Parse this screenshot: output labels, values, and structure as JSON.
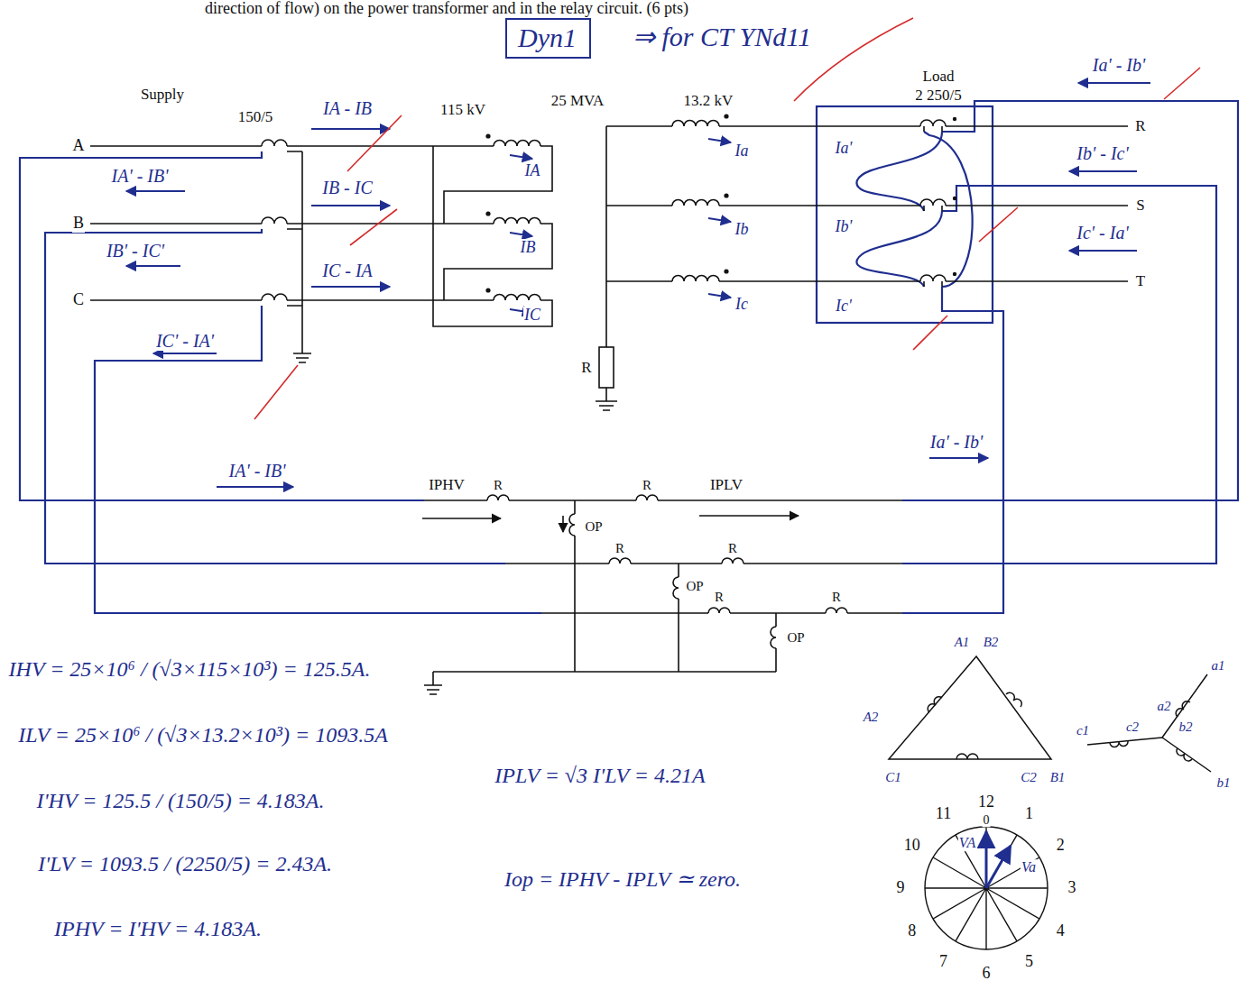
{
  "diagram": {
    "nodes": [
      {
        "text": [
          "Dyn1"
        ]
      }
    ],
    "labels": [
      "direction of flow) on the power transformer and in the relay circuit. (6 pts)",
      "⇒ for CT YNd11",
      "Supply",
      "150/5",
      "A",
      "B",
      "C",
      "115 kV",
      "25 MVA",
      "13.2 kV",
      "Load",
      "2 250/5",
      "R",
      "S",
      "T",
      "R",
      "IPHV",
      "R",
      "R",
      "IPLV",
      "OP",
      "R",
      "R",
      "OP",
      "R",
      "R",
      "OP",
      "IA - IB",
      "IA' - IB'",
      "IB - IC",
      "IB' - IC'",
      "IC - IA",
      "IC' - IA'",
      "IA",
      "IB",
      "IC",
      "Ia",
      "Ib",
      "Ic",
      "Ia'",
      "Ib'",
      "Ic'",
      "Ia' - Ib'",
      "Ib' - Ic'",
      "Ic' - Ia'",
      "IA' - IB'",
      "Ia' - Ib'",
      "IHV = 25×10⁶ / (√3×115×10³) = 125.5A.",
      "ILV = 25×10⁶ / (√3×13.2×10³) = 1093.5A",
      "I'HV = 125.5 / (150/5) = 4.183A.",
      "I'LV = 1093.5 / (2250/5) = 2.43A.",
      "IPHV = I'HV = 4.183A.",
      "IPLV = √3 I'LV = 4.21A",
      "Iop = IPHV - IPLV ≃ zero.",
      "12",
      "1",
      "2",
      "3",
      "4",
      "5",
      "6",
      "7",
      "8",
      "9",
      "10",
      "11",
      "0",
      "VA",
      "Va",
      "A1",
      "B2",
      "A2",
      "C1",
      "C2",
      "B1",
      "c1",
      "c2",
      "a1",
      "a2",
      "b2",
      "b1"
    ]
  }
}
